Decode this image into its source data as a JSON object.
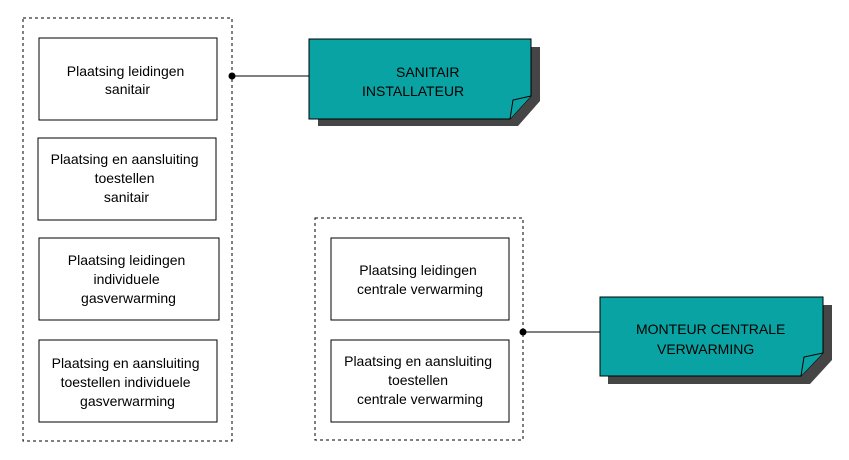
{
  "colors": {
    "role_fill": "#0aa3a3",
    "role_shadow": "#454545",
    "line": "#000000",
    "group_border": "#000000"
  },
  "groups": [
    {
      "name": "sanitair",
      "tasks": [
        {
          "lines": [
            "Plaatsing leidingen",
            "sanitair"
          ]
        },
        {
          "lines": [
            "Plaatsing en aansluiting",
            "toestellen",
            "sanitair"
          ]
        },
        {
          "lines": [
            "Plaatsing leidingen",
            "individuele",
            "gasverwarming"
          ]
        },
        {
          "lines": [
            "Plaatsing en aansluiting",
            "toestellen  individuele",
            "gasverwarming"
          ]
        }
      ],
      "role": {
        "lines": [
          "SANITAIR",
          "INSTALLATEUR"
        ]
      }
    },
    {
      "name": "centrale-verwarming",
      "tasks": [
        {
          "lines": [
            "Plaatsing leidingen",
            "centrale  verwarming"
          ]
        },
        {
          "lines": [
            "Plaatsing en aansluiting",
            "toestellen",
            "centrale  verwarming"
          ]
        }
      ],
      "role": {
        "lines": [
          "MONTEUR  CENTRALE",
          "VERWARMING"
        ]
      }
    }
  ]
}
